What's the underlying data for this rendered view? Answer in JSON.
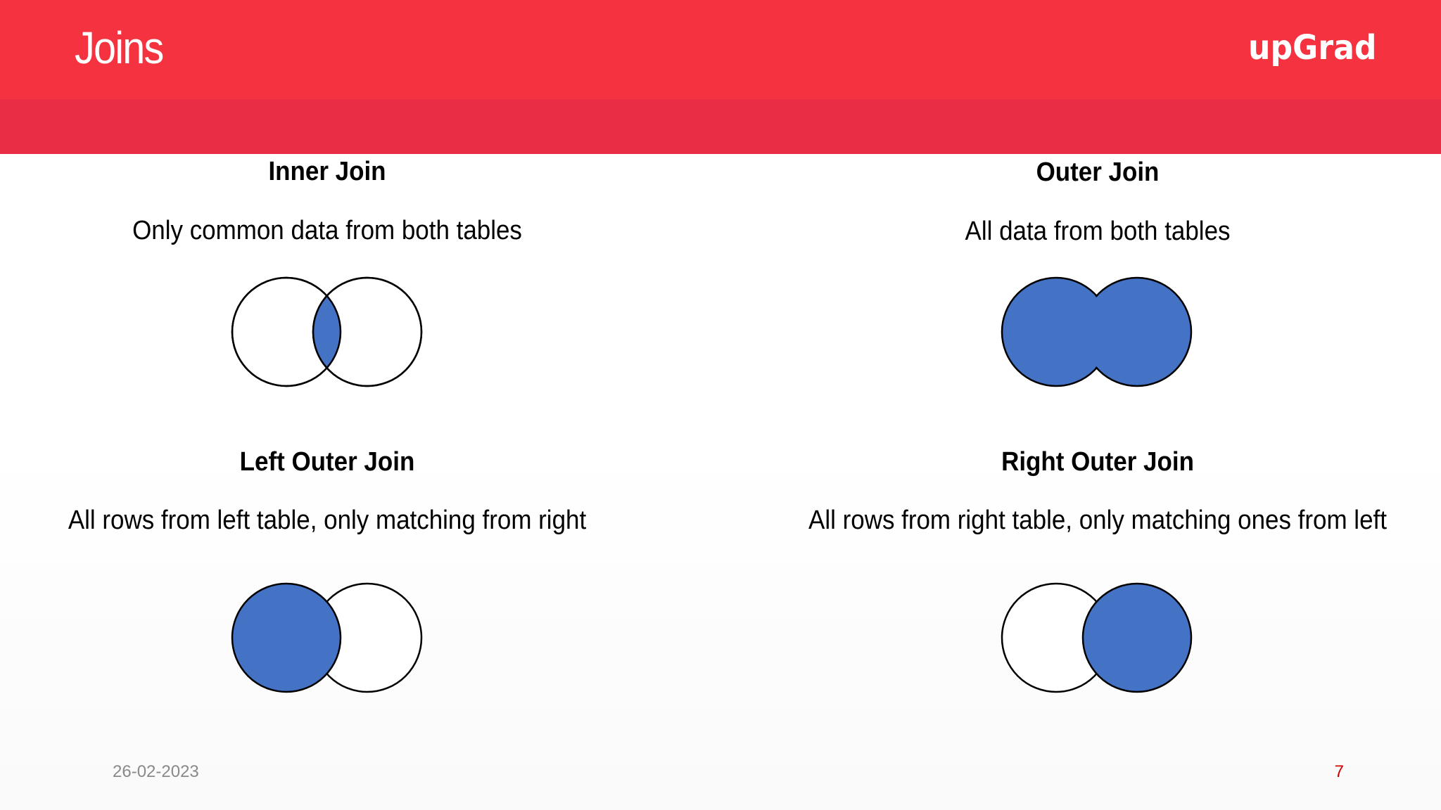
{
  "slide": {
    "title": "Joins",
    "logo_text": "upGrad",
    "date": "26-02-2023",
    "page_number": "7"
  },
  "colors": {
    "header_red": "#f53240",
    "header_band": "#e82d45",
    "fill_blue": "#4472c4",
    "outline": "#000000"
  },
  "joins": [
    {
      "title": "Inner Join",
      "description": "Only common data from both tables",
      "shaded_region": "intersection"
    },
    {
      "title": "Outer Join",
      "description": "All data from both tables",
      "shaded_region": "union"
    },
    {
      "title": "Left Outer Join",
      "description": "All rows from left table, only matching from right",
      "shaded_region": "left"
    },
    {
      "title": "Right Outer Join",
      "description": "All rows from right table, only matching ones from left",
      "shaded_region": "right"
    }
  ]
}
